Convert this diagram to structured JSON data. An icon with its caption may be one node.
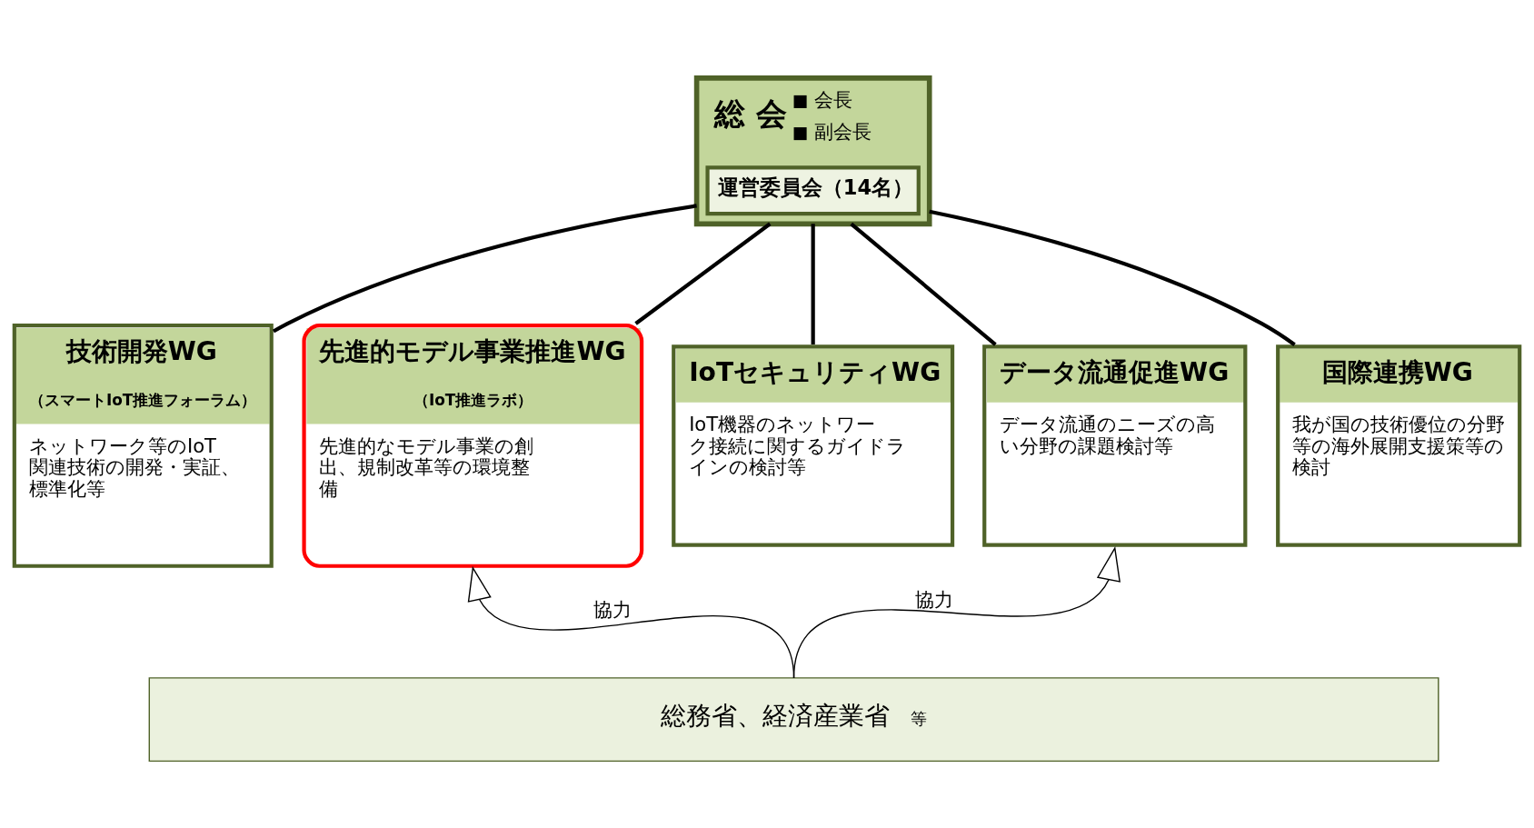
{
  "diagram": {
    "nodes": [
      {
        "text": [
          "総 会",
          "会長",
          "副会長"
        ]
      },
      {
        "text": [
          "運営委員会（14名）"
        ],
        "in": 0
      },
      {
        "text": [
          "技術開発WG",
          "（スマートIoT推進フォーラム）",
          "ネットワーク等のIoT関連技術の開発・実証、標準化等"
        ]
      },
      {
        "text": [
          "先進的モデル事業推進WG",
          "（IoT推進ラボ）",
          "先進的なモデル事業の創出、規制改革等の環境整備"
        ]
      },
      {
        "text": [
          "IoTセキュリティWG",
          "IoT機器のネットワーク接続に関するガイドラインの検討等"
        ]
      },
      {
        "text": [
          "データ流通促進WG",
          "データ流通のニーズの高い分野の課題検討等"
        ]
      },
      {
        "text": [
          "国際連携WG",
          "我が国の技術優位の分野等の海外展開支援策等の検討"
        ]
      },
      {
        "text": [
          "総務省、経済産業省",
          "等"
        ]
      }
    ],
    "edges": [
      {
        "from": 0,
        "to": 2,
        "arrow": "none"
      },
      {
        "from": 0,
        "to": 3,
        "arrow": "none"
      },
      {
        "from": 0,
        "to": 4,
        "arrow": "none"
      },
      {
        "from": 0,
        "to": 5,
        "arrow": "none"
      },
      {
        "from": 0,
        "to": 6,
        "arrow": "none"
      },
      {
        "from": 7,
        "to": 3,
        "arrow": "to",
        "label": "協力"
      },
      {
        "from": 7,
        "to": 5,
        "arrow": "to",
        "label": "協力"
      }
    ]
  }
}
